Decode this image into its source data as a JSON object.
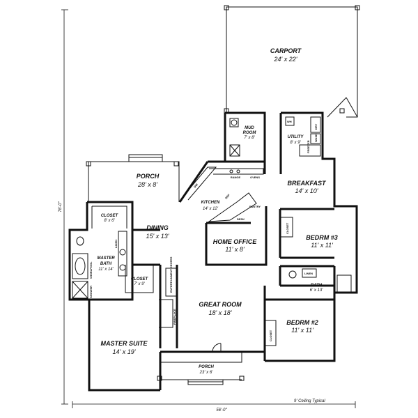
{
  "overall": {
    "width_label": "56'-0\"",
    "depth_label": "76'-0\"",
    "ceiling_note": "9' Ceiling Typical"
  },
  "rooms": {
    "carport": {
      "name": "CARPORT",
      "dims": "24' x 22'"
    },
    "mud_room": {
      "name_1": "MUD",
      "name_2": "ROOM",
      "dims": "7' x 8'"
    },
    "utility": {
      "name": "UTILITY",
      "dims": "8' x 9'"
    },
    "porch_rear": {
      "name": "PORCH",
      "dims": "28' x 8'"
    },
    "breakfast": {
      "name": "BREAKFAST",
      "dims": "14' x 10'"
    },
    "kitchen": {
      "name": "KITCHEN",
      "dims": "14' x 12'"
    },
    "closet_master": {
      "name": "CLOSET",
      "dims": "8' x 6'"
    },
    "dining": {
      "name": "DINING",
      "dims": "15' x 13'"
    },
    "home_office": {
      "name": "HOME OFFICE",
      "dims": "11' x 8'"
    },
    "bedrm3": {
      "name": "BEDRM #3",
      "dims": "11' x 11'"
    },
    "master_bath": {
      "name_1": "MASTER",
      "name_2": "BATH",
      "dims": "11' x 14'"
    },
    "closet_small": {
      "name": "CLOSET",
      "dims": "7' x 9'"
    },
    "bath": {
      "name": "BATH",
      "dims": "6' x 13'"
    },
    "great_room": {
      "name": "GREAT ROOM",
      "dims": "18' x 18'"
    },
    "bedrm2": {
      "name": "BEDRM #2",
      "dims": "11' x 11'"
    },
    "master_suite": {
      "name": "MASTER SUITE",
      "dims": "14' x 19'"
    },
    "porch_front": {
      "name": "PORCH",
      "dims": "23' x 6'"
    }
  },
  "labels": {
    "range": "RANGE",
    "ovens": "OVENS",
    "pantry": "PANTRY",
    "linen_bath": "LINEN",
    "linen_master": "LINEN",
    "closet_bed3": "CLOSET",
    "closet_bed2": "CLOSET",
    "dw": "DW",
    "ref": "REF",
    "desk": "DESK",
    "fireplace": "FIREPLACE",
    "entertainment": "ENTERTAINMENT CENTER",
    "freezer": "FREEZER",
    "dry": "DRY",
    "wash": "WASH",
    "shower": "SHOWER",
    "whirlpool": "WHIRLPOOL",
    "wh": "WH"
  }
}
